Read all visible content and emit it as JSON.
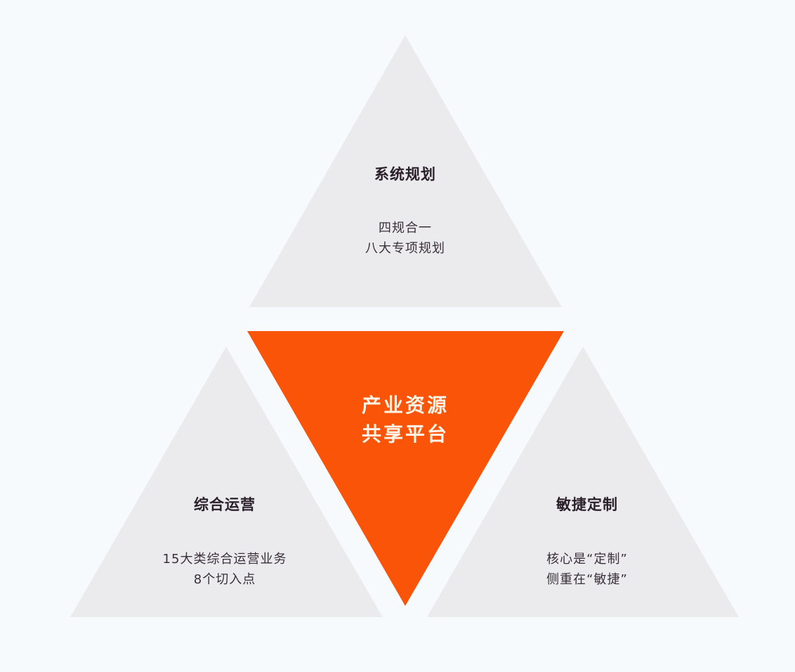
{
  "colors": {
    "background": "#f7fafc",
    "side_triangle_fill": "#ebebee",
    "center_triangle_fill": "#fa5408",
    "title_text": "#2a1f2a",
    "desc_text": "#3a2f3a",
    "center_text": "#fdf3e6"
  },
  "center": {
    "title_line1": "产业资源",
    "title_line2": "共享平台"
  },
  "top": {
    "title": "系统规划",
    "desc_line1": "四规合一",
    "desc_line2": "八大专项规划"
  },
  "left": {
    "title": "综合运营",
    "desc_line1": "15大类综合运营业务",
    "desc_line2": "8个切入点"
  },
  "right": {
    "title": "敏捷定制",
    "desc_line1": "核心是“定制”",
    "desc_line2": "侧重在“敏捷”"
  }
}
